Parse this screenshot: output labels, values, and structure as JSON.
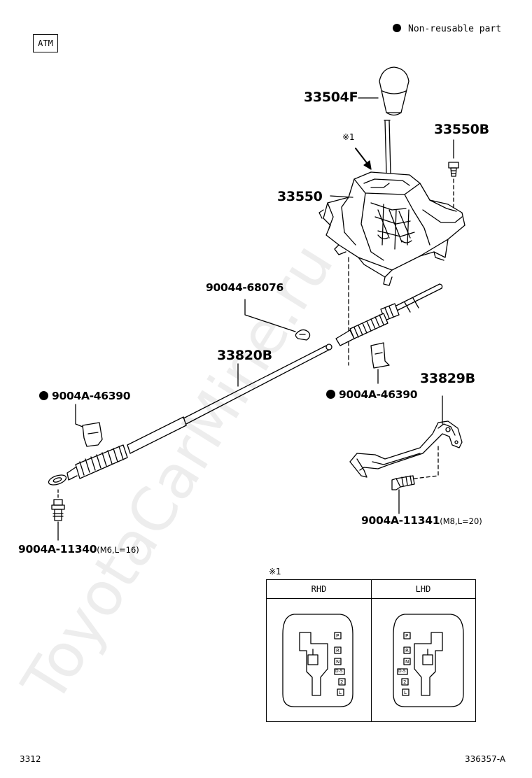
{
  "header": {
    "section_tag": "ATM",
    "legend": "Non-reusable part"
  },
  "parts": {
    "knob": "33504F",
    "bolt_top": "33550B",
    "shift_lever_assy": "33550",
    "ref_mark": "※1",
    "clip": "90044-68076",
    "cable": "33820B",
    "clip_left": "9004A-46390",
    "clip_center": "9004A-46390",
    "bracket": "33829B",
    "bolt_bracket": "9004A-11341",
    "bolt_bracket_note": "(M8,L=20)",
    "bolt_left": "9004A-11340",
    "bolt_left_note": "(M6,L=16)"
  },
  "detail_table": {
    "title": "※1",
    "columns": [
      "RHD",
      "LHD"
    ],
    "rhd_positions": [
      "P",
      "R",
      "N",
      "D-S",
      "2",
      "L"
    ],
    "lhd_positions": [
      "P",
      "R",
      "N",
      "D-S",
      "2",
      "L"
    ]
  },
  "footer": {
    "page": "3312",
    "figure_id": "336357-A"
  },
  "watermark": "ToyotaCarMine.ru"
}
